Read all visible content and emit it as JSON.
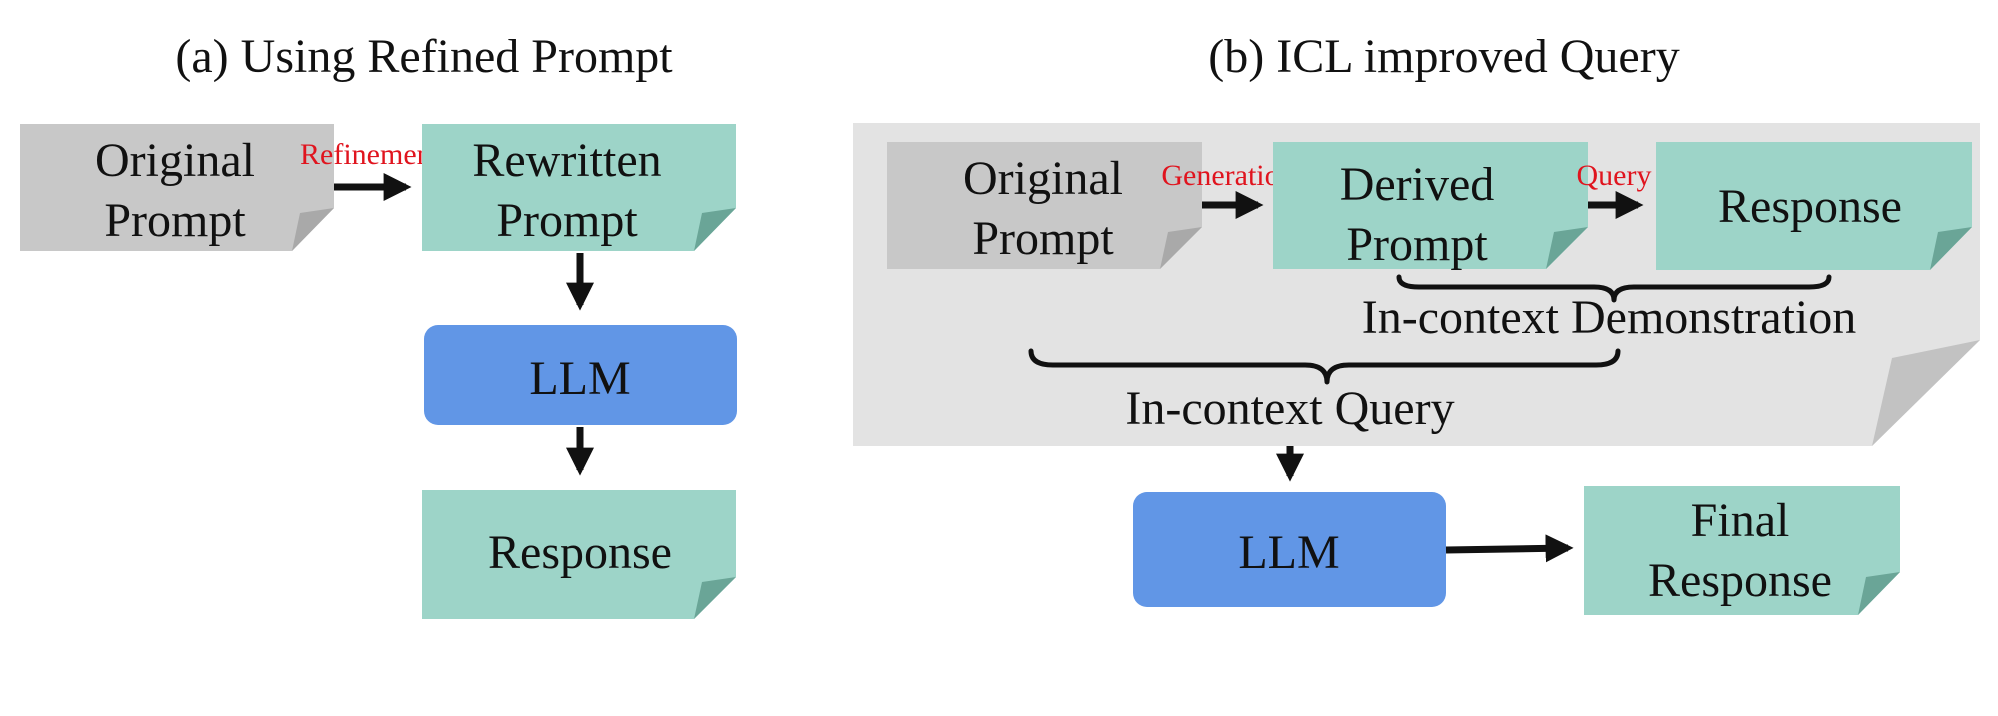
{
  "panel_a": {
    "title": "(a) Using Refined Prompt",
    "original_prompt": {
      "line1": "Original",
      "line2": "Prompt"
    },
    "refinement_label": "Refinement",
    "rewritten_prompt": {
      "line1": "Rewritten",
      "line2": "Prompt"
    },
    "llm_label": "LLM",
    "response_label": "Response"
  },
  "panel_b": {
    "title": "(b) ICL improved Query",
    "original_prompt": {
      "line1": "Original",
      "line2": "Prompt"
    },
    "generation_label": "Generation",
    "derived_prompt": {
      "line1": "Derived",
      "line2": "Prompt"
    },
    "query_label": "Query",
    "response_label": "Response",
    "demonstration_label": "In-context Demonstration",
    "query_group_label": "In-context Query",
    "llm_label": "LLM",
    "final_response": {
      "line1": "Final",
      "line2": "Response"
    }
  },
  "colors": {
    "gray_note": "#c8c8c8",
    "gray_fold": "#a9a9a9",
    "teal_note": "#9dd4c8",
    "teal_fold": "#6aa597",
    "llm_box": "#6196e6",
    "panel_bg": "#e3e3e3",
    "panel_fold": "#c2c2c2",
    "label_red": "#e0141e"
  }
}
